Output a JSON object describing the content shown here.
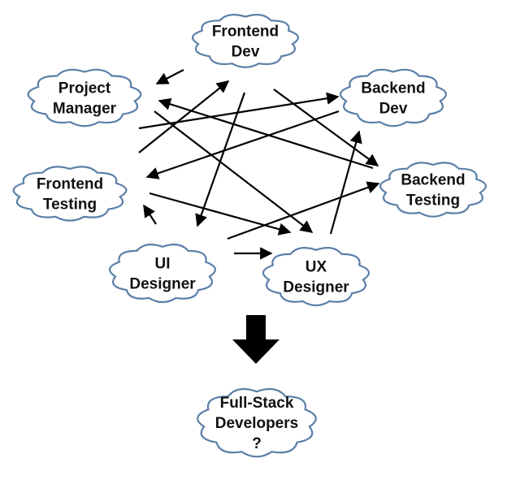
{
  "nodes": [
    {
      "id": "frontend-dev",
      "lines": [
        "Frontend",
        "Dev"
      ]
    },
    {
      "id": "project-manager",
      "lines": [
        "Project",
        "Manager"
      ]
    },
    {
      "id": "backend-dev",
      "lines": [
        "Backend",
        "Dev"
      ]
    },
    {
      "id": "frontend-testing",
      "lines": [
        "Frontend",
        "Testing"
      ]
    },
    {
      "id": "backend-testing",
      "lines": [
        "Backend",
        "Testing"
      ]
    },
    {
      "id": "ui-designer",
      "lines": [
        "UI",
        "Designer"
      ]
    },
    {
      "id": "ux-designer",
      "lines": [
        "UX",
        "Designer"
      ]
    },
    {
      "id": "full-stack",
      "lines": [
        "Full-Stack",
        "Developers",
        "?"
      ]
    }
  ],
  "edges": [
    [
      "frontend-dev",
      "project-manager"
    ],
    [
      "frontend-dev",
      "ui-designer"
    ],
    [
      "frontend-dev",
      "backend-testing"
    ],
    [
      "project-manager",
      "backend-dev"
    ],
    [
      "project-manager",
      "ux-designer"
    ],
    [
      "backend-testing",
      "project-manager"
    ],
    [
      "backend-dev",
      "frontend-testing"
    ],
    [
      "frontend-testing",
      "frontend-dev"
    ],
    [
      "frontend-testing",
      "ux-designer"
    ],
    [
      "ui-designer",
      "frontend-testing"
    ],
    [
      "ui-designer",
      "ux-designer"
    ],
    [
      "ui-designer",
      "backend-testing"
    ],
    [
      "ux-designer",
      "backend-dev"
    ]
  ],
  "transition": {
    "from": "team",
    "to": "full-stack"
  },
  "colors": {
    "cloud_stroke": "#5b7fa8",
    "arrow": "#000000",
    "text": "#111111"
  }
}
